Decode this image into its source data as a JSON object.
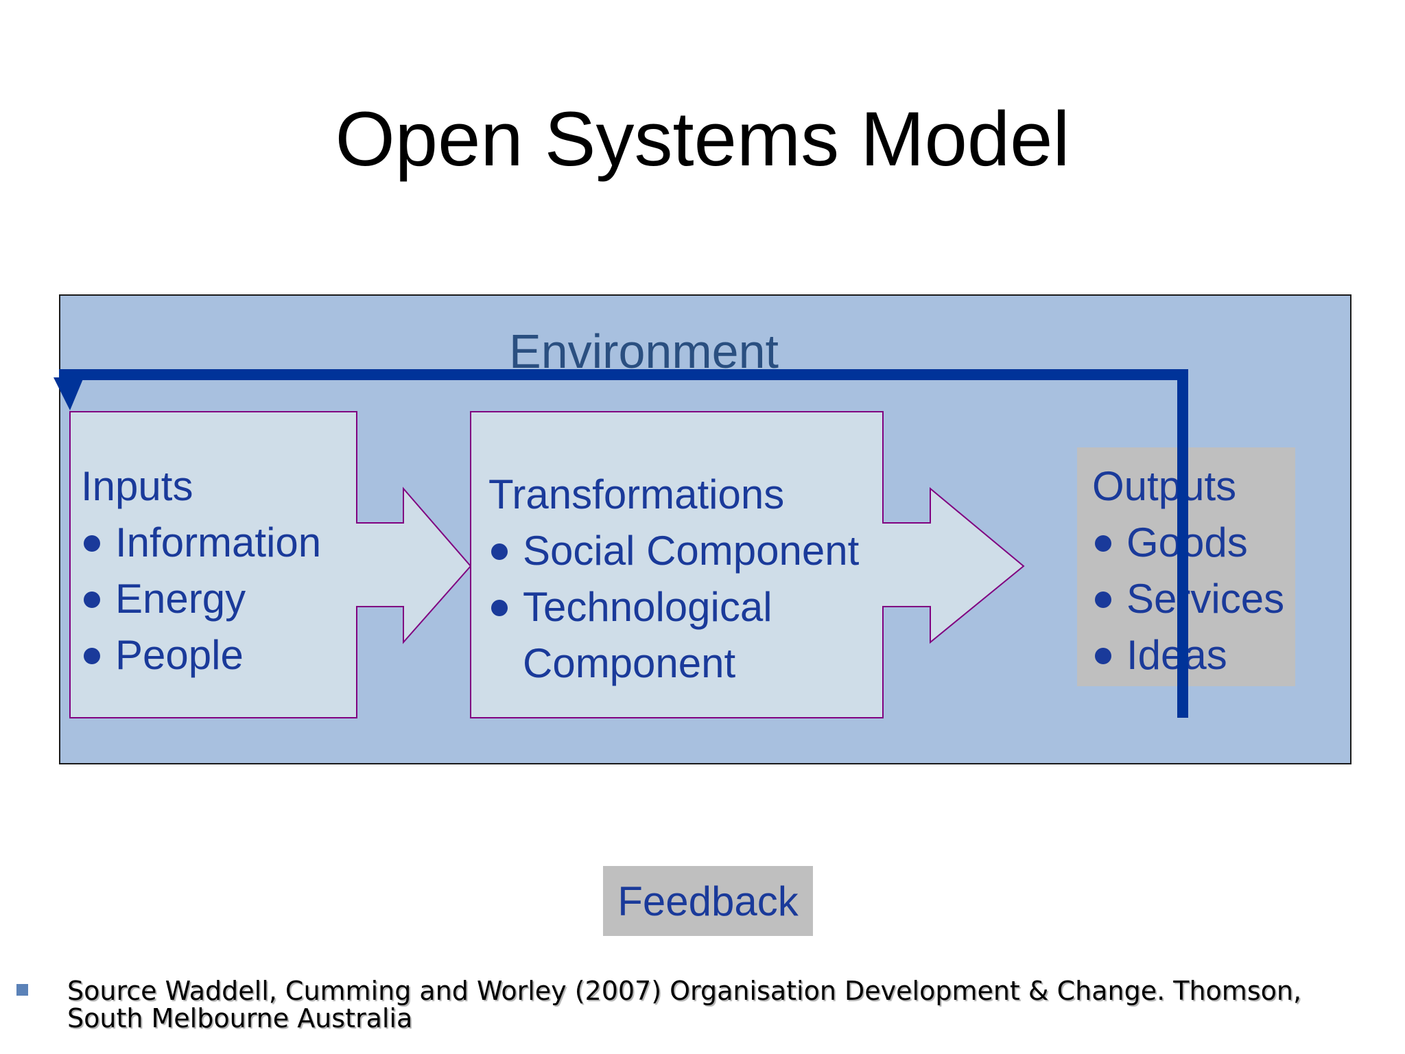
{
  "title": "Open Systems Model",
  "environment": {
    "label": "Environment",
    "color": "#a8c0df"
  },
  "inputs": {
    "heading": "Inputs",
    "items": [
      "Information",
      "Energy",
      "People"
    ]
  },
  "transformations": {
    "heading": "Transformations",
    "items": [
      "Social Component",
      "Technological Component"
    ]
  },
  "outputs": {
    "heading": "Outputs",
    "items": [
      "Goods",
      "Services",
      "Ideas"
    ]
  },
  "feedback": {
    "label": "Feedback"
  },
  "source": {
    "text": "Source Waddell, Cumming and Worley (2007)  Organisation Development & Change. Thomson, South Melbourne Australia"
  },
  "colors": {
    "text_blue": "#1a3a9a",
    "feedback_line": "#003399",
    "box_fill": "#cfdde8",
    "box_border": "#800080",
    "grey_box": "#bfbfbf"
  }
}
